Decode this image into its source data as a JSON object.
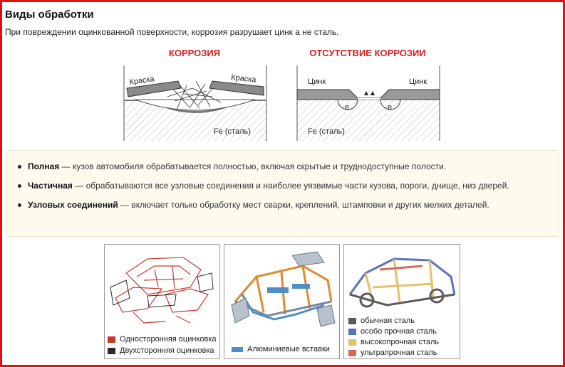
{
  "header": {
    "title": "Виды обработки",
    "subtitle": "При повреждении оцинкованной поверхности, коррозия разрушает цинк а не сталь."
  },
  "diagrams": {
    "left": {
      "heading": "КОРРОЗИЯ",
      "label_paint_left": "Краска",
      "label_paint_right": "Краска",
      "label_steel": "Fe (сталь)"
    },
    "right": {
      "heading": "ОТСУТСТВИЕ КОРРОЗИИ",
      "label_zinc_left": "Цинк",
      "label_zinc_right": "Цинк",
      "label_e1": "e",
      "label_e2": "e",
      "label_steel": "Fe (сталь)"
    },
    "heading_color": "#d42020"
  },
  "bullets": [
    {
      "term": "Полная",
      "text": " — кузов автомобиля обрабатывается полностью, включая скрытые и труднодоступные полости."
    },
    {
      "term": "Частичная",
      "text": " — обрабатываются все узловые соединения и наиболее уязвимые части кузова, пороги, днище, низ дверей."
    },
    {
      "term": "Узловых соединений",
      "text": " — включает только обработку мест сварки, креплений, штамповки и других мелких деталей."
    }
  ],
  "images": {
    "one": {
      "legend": [
        {
          "label": "Односторонняя оцинковка",
          "color": "#c8392b"
        },
        {
          "label": "Двухсторонняя оцинковка",
          "color": "#2b2b2b"
        }
      ]
    },
    "two": {
      "legend": [
        {
          "label": "Алюминиевые вставки",
          "color": "#4f8fc8"
        }
      ]
    },
    "three": {
      "legend": [
        {
          "label": "обычная сталь",
          "color": "#5b5b5b"
        },
        {
          "label": "особо прочная сталь",
          "color": "#5a72b8"
        },
        {
          "label": "высокопрочная сталь",
          "color": "#e7c06a"
        },
        {
          "label": "ультрапрочная сталь",
          "color": "#d46a5a"
        }
      ]
    }
  }
}
